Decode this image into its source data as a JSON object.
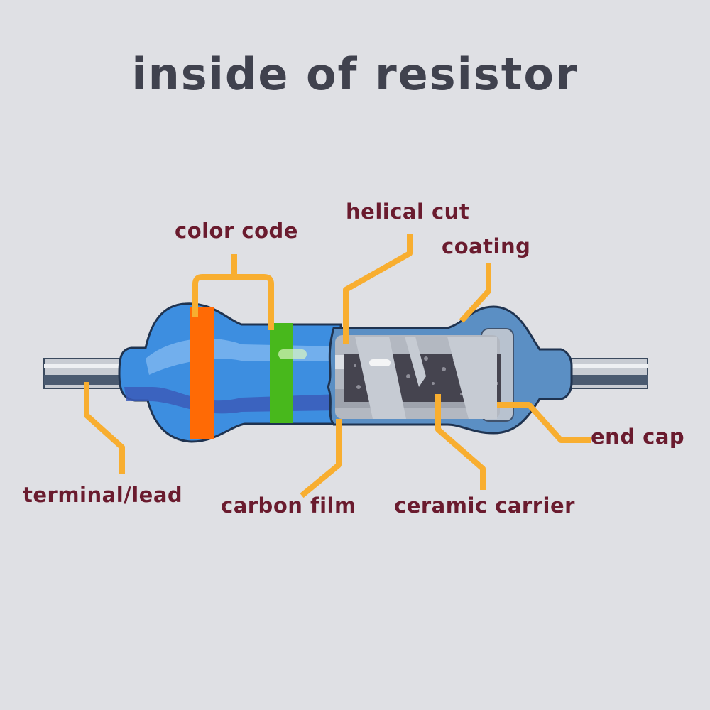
{
  "title": "inside of resistor",
  "labels": {
    "color_code": "color code",
    "helical_cut": "helical cut",
    "coating": "coating",
    "end_cap": "end cap",
    "terminal_lead": "terminal/lead",
    "carbon_film": "carbon film",
    "ceramic_carrier": "ceramic carrier"
  },
  "colors": {
    "background": "#dfe0e4",
    "title": "#40424e",
    "label_text": "#6a1b2e",
    "leader_line": "#f8ae30",
    "body_blue": "#3d8ee0",
    "band_orange": "#ff6a05",
    "band_green": "#48b81c",
    "carbon": "#45444f"
  }
}
